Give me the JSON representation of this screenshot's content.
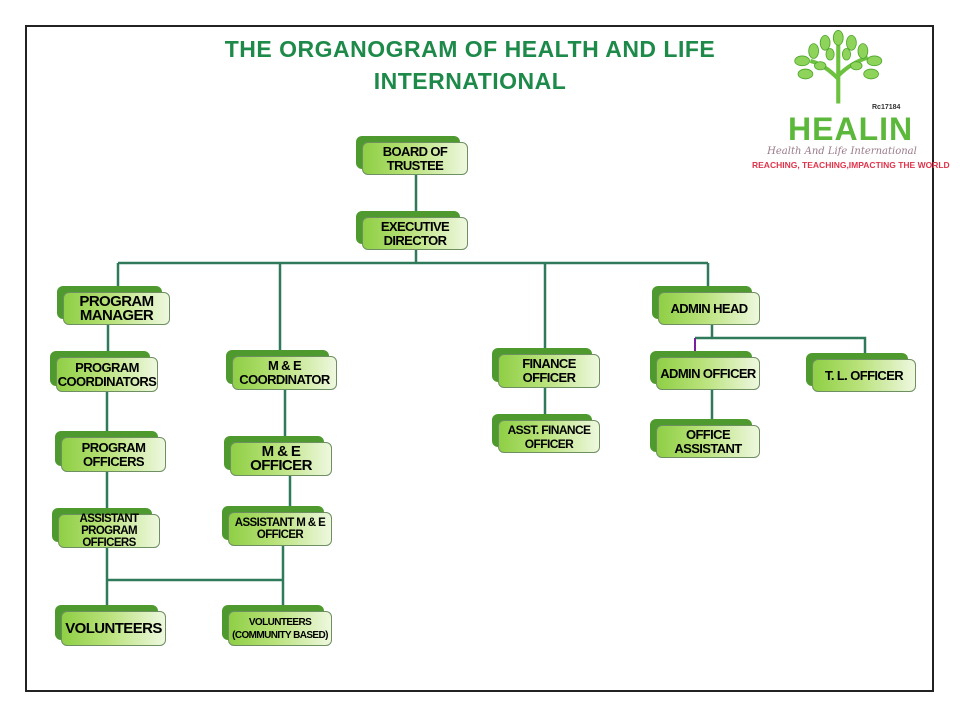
{
  "title": {
    "line1": "THE ORGANOGRAM OF HEALTH AND LIFE",
    "line2": "INTERNATIONAL"
  },
  "logo": {
    "name": "HEALIN",
    "registration": "Rc17184",
    "full_name": "Health And Life International",
    "tagline": "REACHING, TEACHING,IMPACTING THE WORLD"
  },
  "nodes": {
    "board": "BOARD OF TRUSTEE",
    "executive": "EXECUTIVE DIRECTOR",
    "program_manager": "PROGRAM MANAGER",
    "program_coordinators": "PROGRAM COORDINATORS",
    "program_officers": "PROGRAM OFFICERS",
    "assistant_program_officers": "ASSISTANT PROGRAM OFFICERS",
    "volunteers": "VOLUNTEERS",
    "me_coordinator": "M & E COORDINATOR",
    "me_officer": "M & E OFFICER",
    "assistant_me_officer": "ASSISTANT M & E OFFICER",
    "volunteers_community": "VOLUNTEERS (COMMUNITY BASED)",
    "finance_officer": "FINANCE  OFFICER",
    "asst_finance_officer": "ASST. FINANCE  OFFICER",
    "admin_head": "ADMIN HEAD",
    "admin_officer": "ADMIN OFFICER",
    "office_assistant": "OFFICE ASSISTANT",
    "tl_officer": "T. L. OFFICER"
  }
}
